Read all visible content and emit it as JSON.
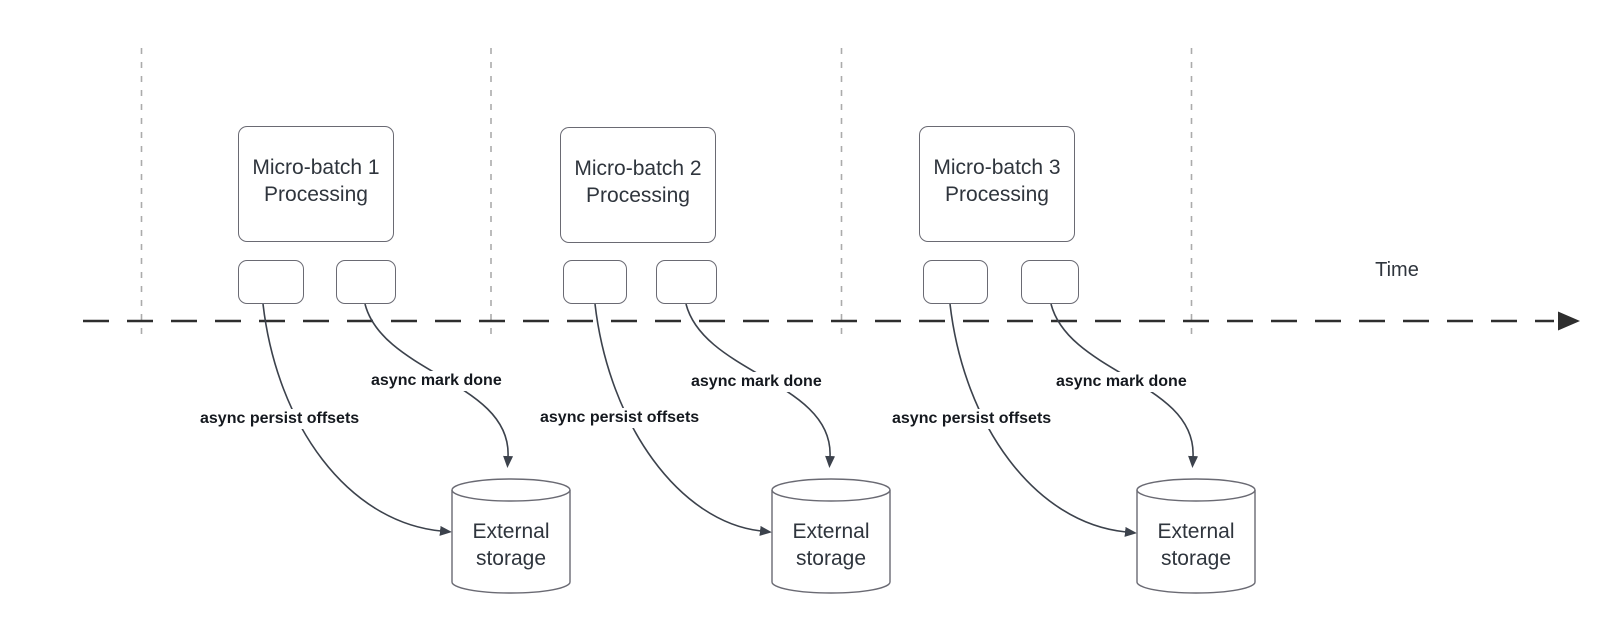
{
  "diagram": {
    "time_axis_label": "Time",
    "groups": [
      {
        "process_line1": "Micro-batch 1",
        "process_line2": "Processing",
        "persist_label": "async persist offsets",
        "done_label": "async mark done",
        "storage_line1": "External",
        "storage_line2": "storage"
      },
      {
        "process_line1": "Micro-batch 2",
        "process_line2": "Processing",
        "persist_label": "async persist offsets",
        "done_label": "async mark done",
        "storage_line1": "External",
        "storage_line2": "storage"
      },
      {
        "process_line1": "Micro-batch 3",
        "process_line2": "Processing",
        "persist_label": "async persist offsets",
        "done_label": "async mark done",
        "storage_line1": "External",
        "storage_line2": "storage"
      }
    ],
    "colors": {
      "connector": "#3c424c",
      "axis": "#2e2e2e",
      "guide": "#ababab",
      "shape-border": "#6a6a73",
      "shape-text": "#2f353d",
      "edge-label": "#15191f"
    }
  }
}
